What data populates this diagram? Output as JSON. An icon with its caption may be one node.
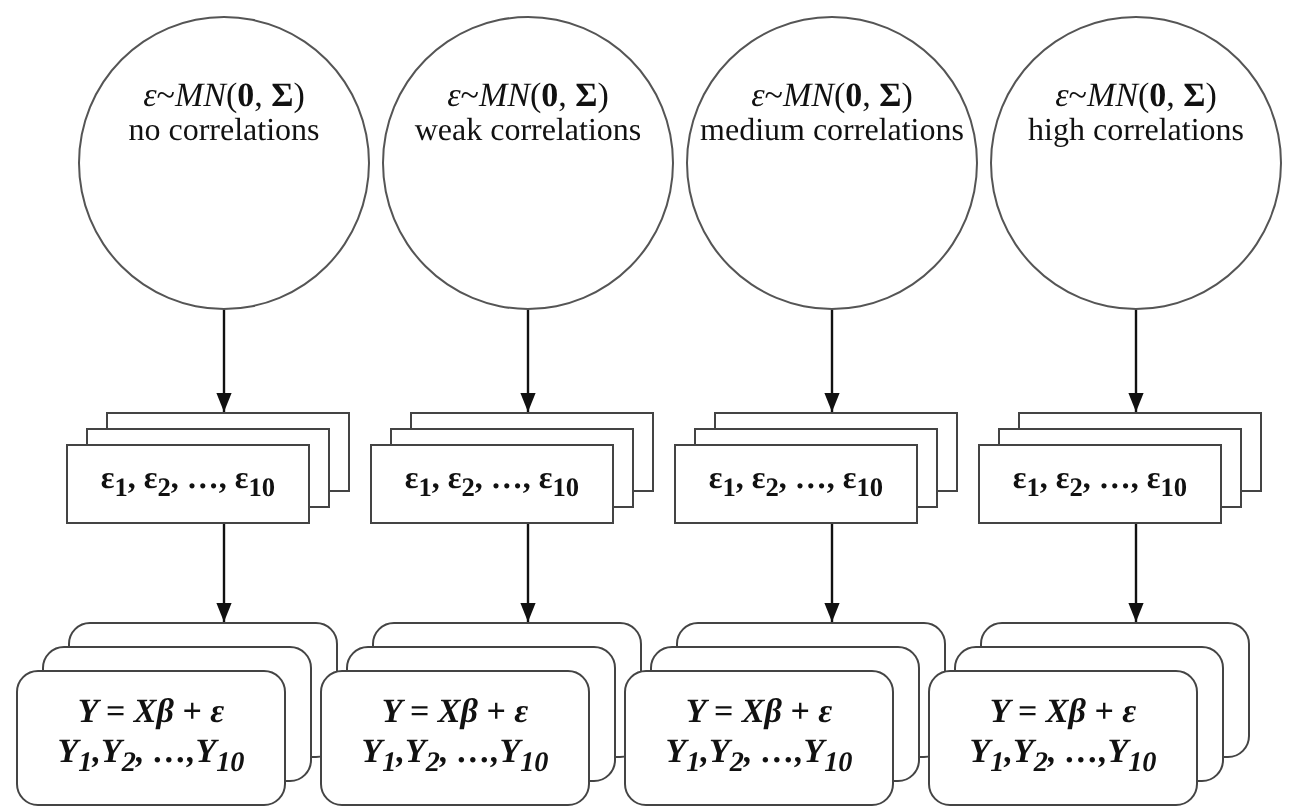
{
  "diagram": {
    "nodes": [
      {
        "text": [
          "*ε*~*MN*(**0**, **Σ**)",
          "no correlations"
        ]
      },
      {
        "text": [
          "*ε*~*MN*(**0**, **Σ**)",
          "weak correlations"
        ]
      },
      {
        "text": [
          "*ε*~*MN*(**0**, **Σ**)",
          "medium correlations"
        ]
      },
      {
        "text": [
          "*ε*~*MN*(**0**, **Σ**)",
          "high correlations"
        ]
      },
      {
        "text": [
          "ε$_{1}$, ε$_{2}$, …, ε$_{10}$"
        ]
      },
      {
        "text": [
          "ε$_{1}$, ε$_{2}$, …, ε$_{10}$"
        ]
      },
      {
        "text": [
          "ε$_{1}$, ε$_{2}$, …, ε$_{10}$"
        ]
      },
      {
        "text": [
          "ε$_{1}$, ε$_{2}$, …, ε$_{10}$"
        ]
      },
      {
        "text": [
          "Y = Xβ + ε",
          "Y$_{1}$,Y$_{2}$, …,Y$_{10}$"
        ]
      },
      {
        "text": [
          "Y = Xβ + ε",
          "Y$_{1}$,Y$_{2}$, …,Y$_{10}$"
        ]
      },
      {
        "text": [
          "Y = Xβ + ε",
          "Y$_{1}$,Y$_{2}$, …,Y$_{10}$"
        ]
      },
      {
        "text": [
          "Y = Xβ + ε",
          "Y$_{1}$,Y$_{2}$, …,Y$_{10}$"
        ]
      }
    ],
    "edges": [
      {
        "from": 0,
        "to": 4,
        "arrow": "to"
      },
      {
        "from": 1,
        "to": 5,
        "arrow": "to"
      },
      {
        "from": 2,
        "to": 6,
        "arrow": "to"
      },
      {
        "from": 3,
        "to": 7,
        "arrow": "to"
      },
      {
        "from": 4,
        "to": 8,
        "arrow": "to"
      },
      {
        "from": 5,
        "to": 9,
        "arrow": "to"
      },
      {
        "from": 6,
        "to": 10,
        "arrow": "to"
      },
      {
        "from": 7,
        "to": 11,
        "arrow": "to"
      }
    ]
  }
}
